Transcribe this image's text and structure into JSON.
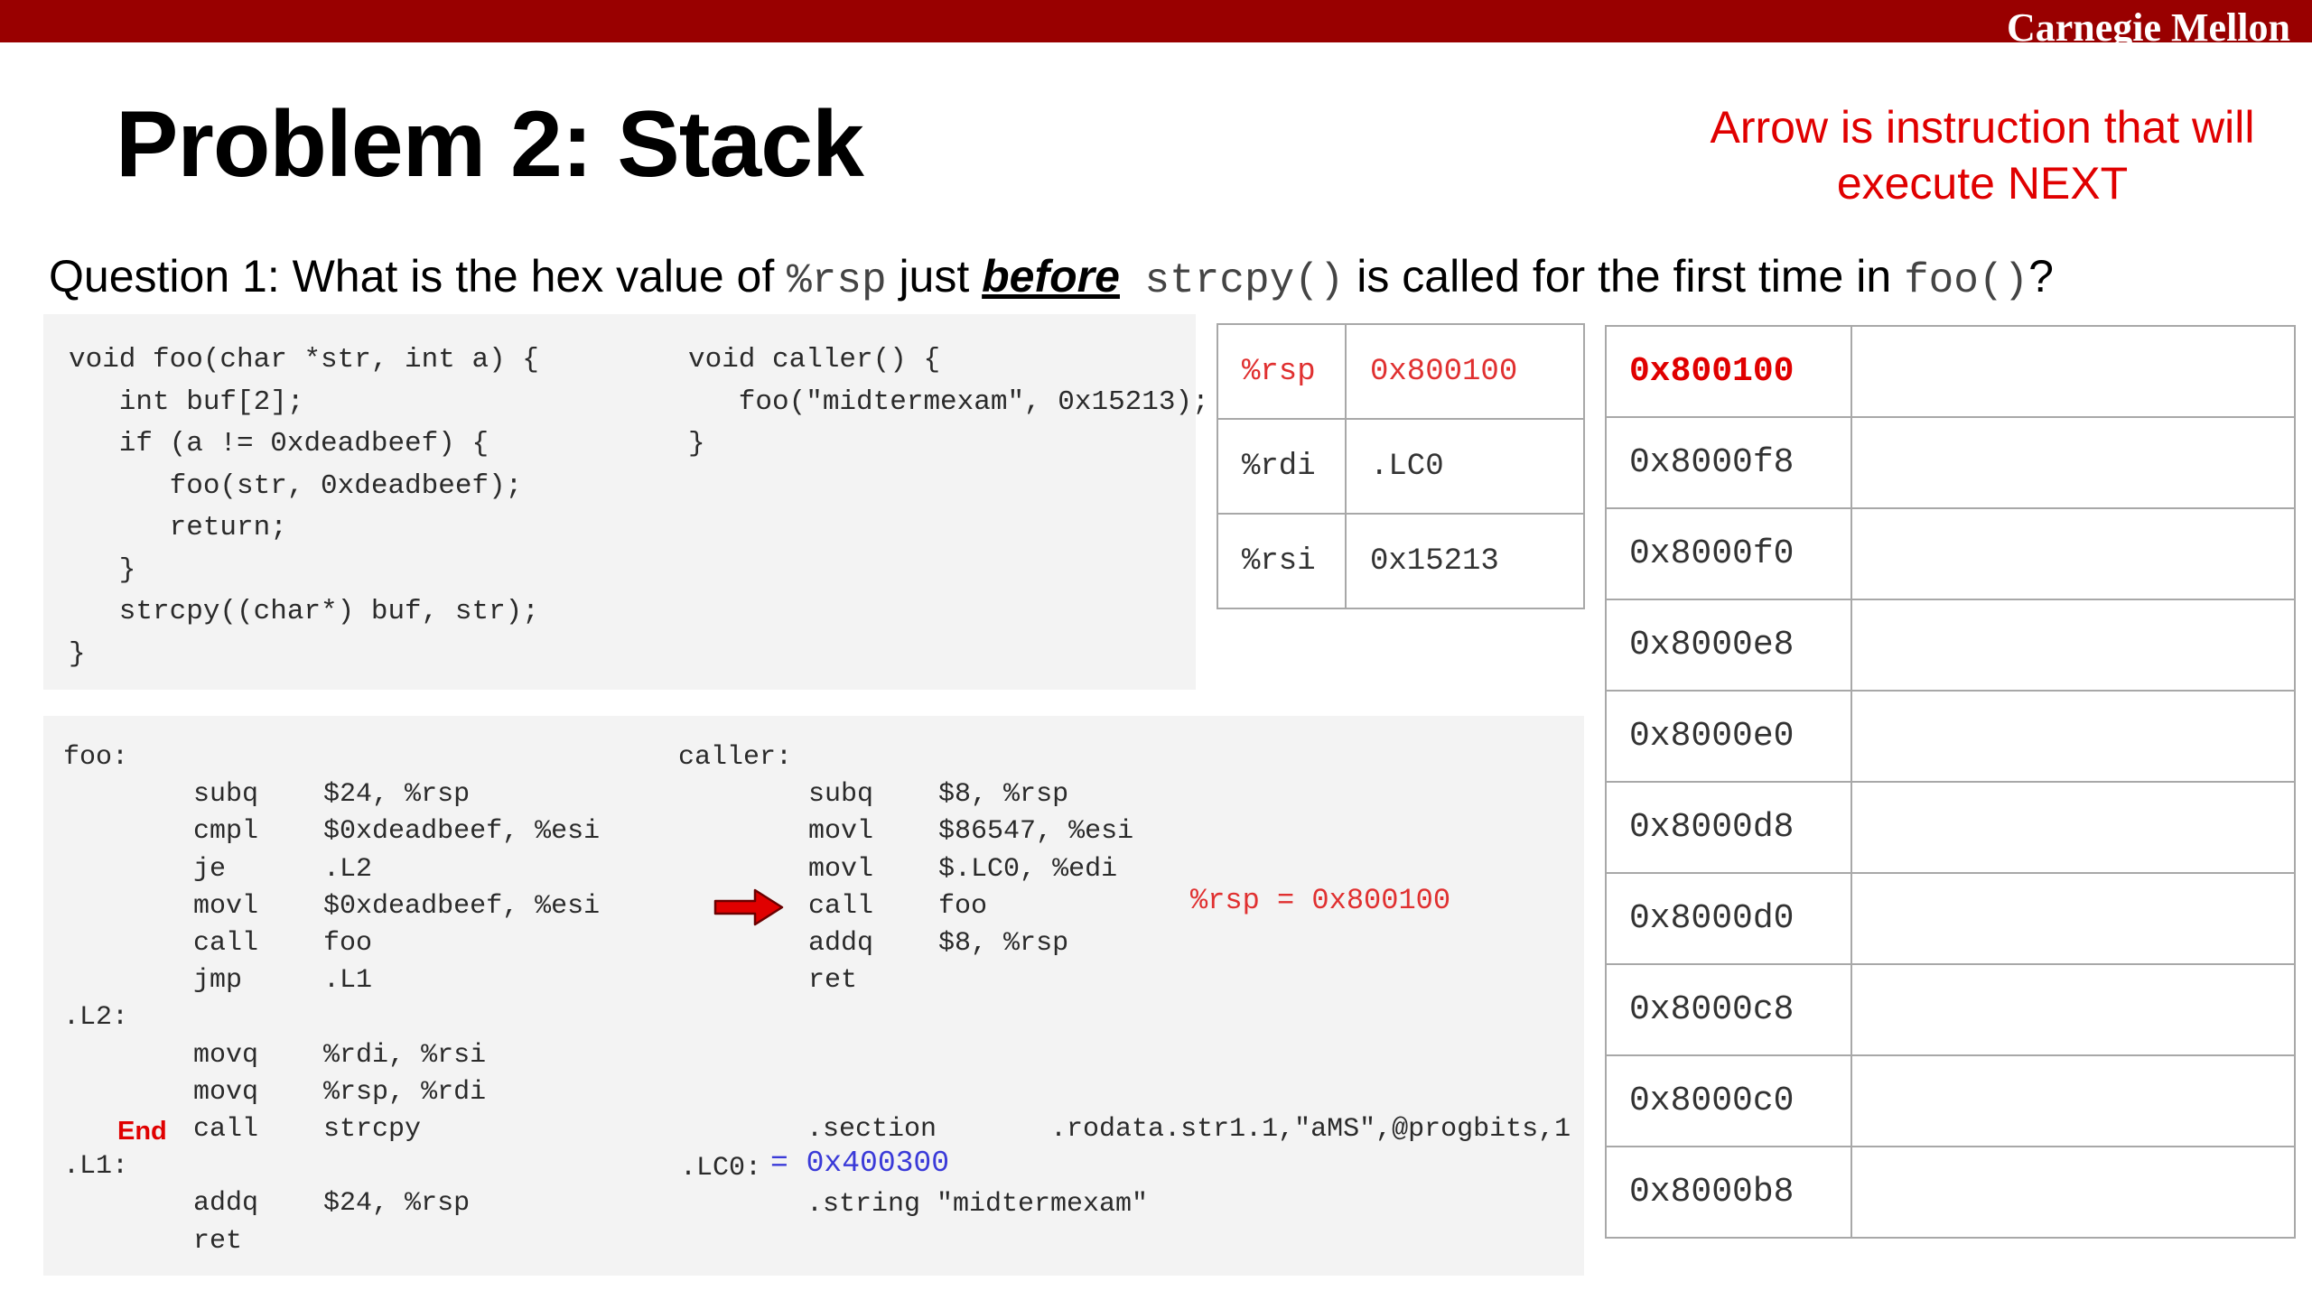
{
  "header": {
    "brand": "Carnegie Mellon",
    "title": "Problem 2: Stack"
  },
  "note": {
    "line1": "Arrow is instruction that will",
    "line2": "execute NEXT"
  },
  "question": {
    "prefix": "Question 1: What is the hex value of ",
    "reg": "%rsp",
    "mid1": " just ",
    "emph": "before",
    "func": " strcpy()",
    "mid2": " is called for the first time in ",
    "func2": "foo()",
    "suffix": "?"
  },
  "c_code": {
    "foo": "void foo(char *str, int a) {\n   int buf[2];\n   if (a != 0xdeadbeef) {\n      foo(str, 0xdeadbeef);\n      return;\n   }\n   strcpy((char*) buf, str);\n}",
    "caller": "void caller() {\n   foo(\"midtermexam\", 0x15213);\n}"
  },
  "asm": {
    "foo": "foo:\n        subq    $24, %rsp\n        cmpl    $0xdeadbeef, %esi\n        je      .L2\n        movl    $0xdeadbeef, %esi\n        call    foo\n        jmp     .L1\n.L2:\n        movq    %rdi, %rsi\n        movq    %rsp, %rdi\n        call    strcpy\n.L1:\n        addq    $24, %rsp\n        ret",
    "caller": "caller:\n        subq    $8, %rsp\n        movl    $86547, %esi\n        movl    $.LC0, %edi\n        call    foo\n        addq    $8, %rsp\n        ret",
    "section": ".section       .rodata.str1.1,\"aMS\",@progbits,1",
    "lc0_label": ".LC0:",
    "lc0_value": "= 0x400300",
    "string_line": ".string \"midtermexam\"",
    "end_label": "End",
    "rsp_note": "%rsp = 0x800100"
  },
  "registers": [
    {
      "name": "%rsp",
      "value": "0x800100",
      "highlight": true
    },
    {
      "name": "%rdi",
      "value": ".LC0",
      "highlight": false
    },
    {
      "name": "%rsi",
      "value": "0x15213",
      "highlight": false
    }
  ],
  "stack": [
    {
      "addr": "0x800100",
      "value": "",
      "highlight": true
    },
    {
      "addr": "0x8000f8",
      "value": "",
      "highlight": false
    },
    {
      "addr": "0x8000f0",
      "value": "",
      "highlight": false
    },
    {
      "addr": "0x8000e8",
      "value": "",
      "highlight": false
    },
    {
      "addr": "0x8000e0",
      "value": "",
      "highlight": false
    },
    {
      "addr": "0x8000d8",
      "value": "",
      "highlight": false
    },
    {
      "addr": "0x8000d0",
      "value": "",
      "highlight": false
    },
    {
      "addr": "0x8000c8",
      "value": "",
      "highlight": false
    },
    {
      "addr": "0x8000c0",
      "value": "",
      "highlight": false
    },
    {
      "addr": "0x8000b8",
      "value": "",
      "highlight": false
    }
  ],
  "colors": {
    "brand_bar": "#990000",
    "accent_red": "#e00000",
    "blue": "#3a3ad8"
  }
}
